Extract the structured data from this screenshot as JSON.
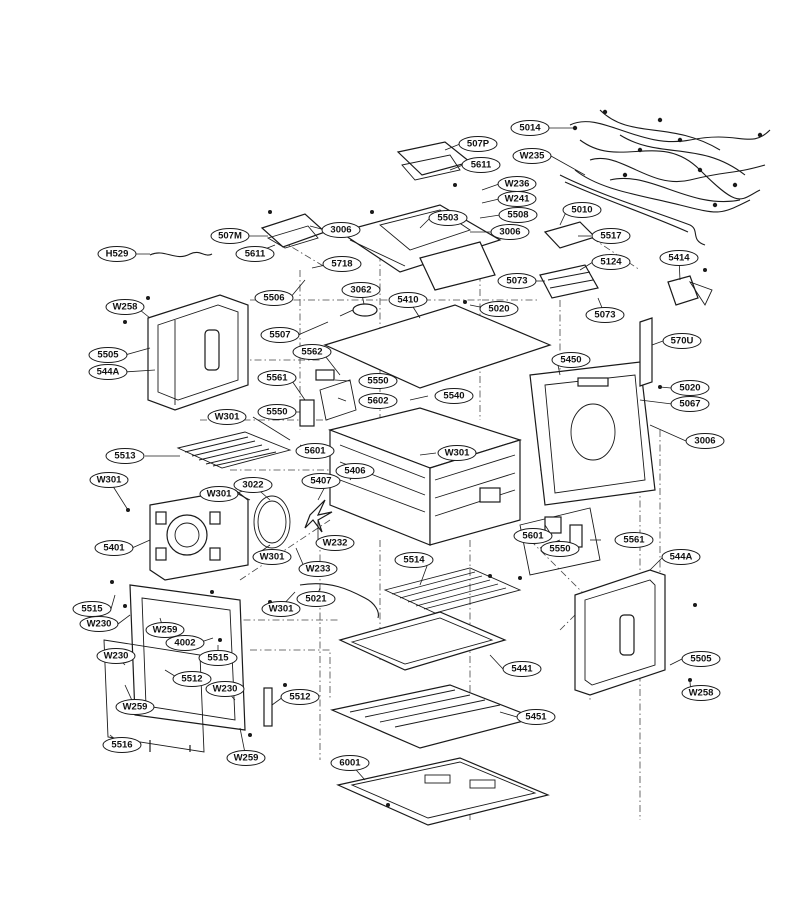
{
  "callouts": [
    {
      "id": "c-5014",
      "text": "5014"
    },
    {
      "id": "c-w235",
      "text": "W235"
    },
    {
      "id": "c-507p",
      "text": "507P"
    },
    {
      "id": "c-5611a",
      "text": "5611"
    },
    {
      "id": "c-w236",
      "text": "W236"
    },
    {
      "id": "c-w241",
      "text": "W241"
    },
    {
      "id": "c-5503",
      "text": "5503"
    },
    {
      "id": "c-5508",
      "text": "5508"
    },
    {
      "id": "c-5010",
      "text": "5010"
    },
    {
      "id": "c-5517",
      "text": "5517"
    },
    {
      "id": "c-3006a",
      "text": "3006"
    },
    {
      "id": "c-3006b",
      "text": "3006"
    },
    {
      "id": "c-507m",
      "text": "507M"
    },
    {
      "id": "c-5611b",
      "text": "5611"
    },
    {
      "id": "c-h529",
      "text": "H529"
    },
    {
      "id": "c-5718",
      "text": "5718"
    },
    {
      "id": "c-5124",
      "text": "5124"
    },
    {
      "id": "c-5414",
      "text": "5414"
    },
    {
      "id": "c-5073a",
      "text": "5073"
    },
    {
      "id": "c-5073b",
      "text": "5073"
    },
    {
      "id": "c-5506",
      "text": "5506"
    },
    {
      "id": "c-3062",
      "text": "3062"
    },
    {
      "id": "c-5410",
      "text": "5410"
    },
    {
      "id": "c-5020a",
      "text": "5020"
    },
    {
      "id": "c-w258a",
      "text": "W258"
    },
    {
      "id": "c-5507",
      "text": "5507"
    },
    {
      "id": "c-570u",
      "text": "570U"
    },
    {
      "id": "c-5562",
      "text": "5562"
    },
    {
      "id": "c-5505a",
      "text": "5505"
    },
    {
      "id": "c-544a-a",
      "text": "544A"
    },
    {
      "id": "c-5450",
      "text": "5450"
    },
    {
      "id": "c-5561a",
      "text": "5561"
    },
    {
      "id": "c-5550a",
      "text": "5550"
    },
    {
      "id": "c-5020b",
      "text": "5020"
    },
    {
      "id": "c-5540",
      "text": "5540"
    },
    {
      "id": "c-5602",
      "text": "5602"
    },
    {
      "id": "c-5067",
      "text": "5067"
    },
    {
      "id": "c-5550b",
      "text": "5550"
    },
    {
      "id": "c-w301a",
      "text": "W301"
    },
    {
      "id": "c-3006c",
      "text": "3006"
    },
    {
      "id": "c-5601a",
      "text": "5601"
    },
    {
      "id": "c-w301b",
      "text": "W301"
    },
    {
      "id": "c-5513",
      "text": "5513"
    },
    {
      "id": "c-5406",
      "text": "5406"
    },
    {
      "id": "c-w301c",
      "text": "W301"
    },
    {
      "id": "c-3022",
      "text": "3022"
    },
    {
      "id": "c-5407",
      "text": "5407"
    },
    {
      "id": "c-w301d",
      "text": "W301"
    },
    {
      "id": "c-5601b",
      "text": "5601"
    },
    {
      "id": "c-5561b",
      "text": "5561"
    },
    {
      "id": "c-w232",
      "text": "W232"
    },
    {
      "id": "c-5550c",
      "text": "5550"
    },
    {
      "id": "c-5401",
      "text": "5401"
    },
    {
      "id": "c-w301e",
      "text": "W301"
    },
    {
      "id": "c-5514",
      "text": "5514"
    },
    {
      "id": "c-544a-b",
      "text": "544A"
    },
    {
      "id": "c-w233",
      "text": "W233"
    },
    {
      "id": "c-5021",
      "text": "5021"
    },
    {
      "id": "c-w301f",
      "text": "W301"
    },
    {
      "id": "c-5515a",
      "text": "5515"
    },
    {
      "id": "c-w230a",
      "text": "W230"
    },
    {
      "id": "c-w259a",
      "text": "W259"
    },
    {
      "id": "c-4002",
      "text": "4002"
    },
    {
      "id": "c-5515b",
      "text": "5515"
    },
    {
      "id": "c-w230b",
      "text": "W230"
    },
    {
      "id": "c-5441",
      "text": "5441"
    },
    {
      "id": "c-5505b",
      "text": "5505"
    },
    {
      "id": "c-5512a",
      "text": "5512"
    },
    {
      "id": "c-w230c",
      "text": "W230"
    },
    {
      "id": "c-w258b",
      "text": "W258"
    },
    {
      "id": "c-5512b",
      "text": "5512"
    },
    {
      "id": "c-w259b",
      "text": "W259"
    },
    {
      "id": "c-5451",
      "text": "5451"
    },
    {
      "id": "c-5516",
      "text": "5516"
    },
    {
      "id": "c-w259c",
      "text": "W259"
    },
    {
      "id": "c-6001",
      "text": "6001"
    }
  ]
}
